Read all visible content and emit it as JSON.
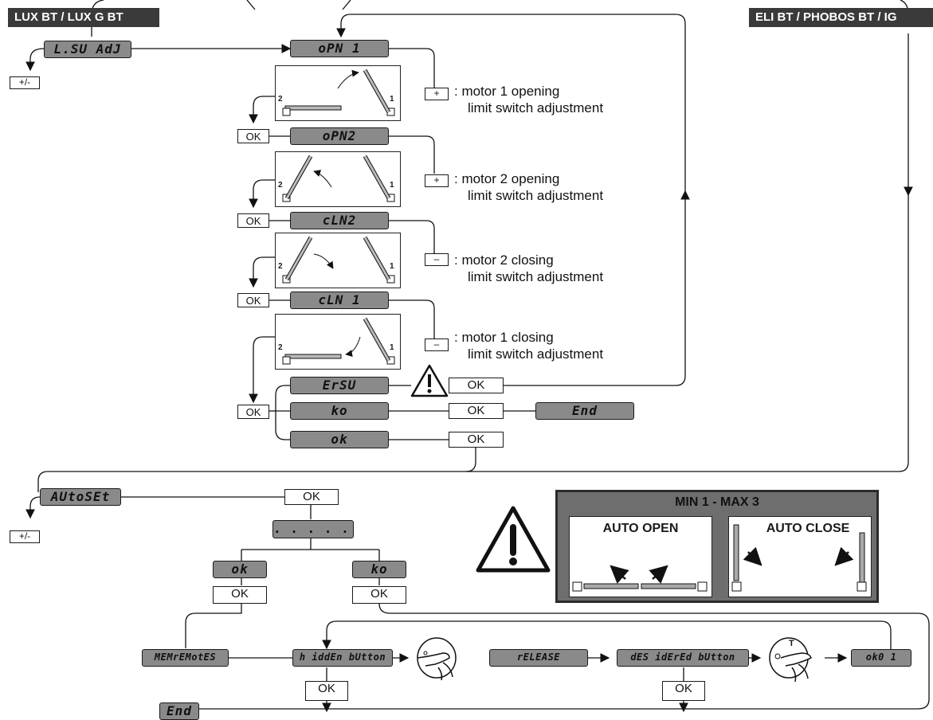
{
  "headers": {
    "left": "LUX BT / LUX G BT",
    "right": "ELI BT / PHOBOS BT / IG"
  },
  "displays": {
    "lsu_adj": "L.SU AdJ",
    "opn1": "oPN 1",
    "opn2": "oPN2",
    "cln2": "cLN2",
    "cln1": "cLN 1",
    "ersu": "ErSU",
    "ko": "ko",
    "ok": "ok",
    "end": "End",
    "autoset": "AUtoSEt",
    "dots": ". . .   . . .",
    "ok2": "ok",
    "ko2": "ko",
    "mem_remotes": "MEMrEMotES",
    "hidden_button": "h iddEn bUtton",
    "release": "rELEASE",
    "desidered_button": "dES idErEd bUtton",
    "ok01": "ok0 1",
    "end2": "End"
  },
  "buttons": {
    "plus_minus": "+/-",
    "plus": "+",
    "minus": "–",
    "ok": "OK"
  },
  "steps": [
    {
      "line1": ": motor 1 opening",
      "line2": "limit switch adjustment"
    },
    {
      "line1": ": motor 2 opening",
      "line2": "limit switch adjustment"
    },
    {
      "line1": ": motor 2 closing",
      "line2": "limit switch adjustment"
    },
    {
      "line1": ": motor 1 closing",
      "line2": "limit switch adjustment"
    }
  ],
  "gate_labels": {
    "left": "2",
    "right": "1"
  },
  "min_max": {
    "title": "MIN 1 - MAX 3",
    "auto_open": "AUTO OPEN",
    "auto_close": "AUTO CLOSE"
  },
  "remote_letter": "T"
}
